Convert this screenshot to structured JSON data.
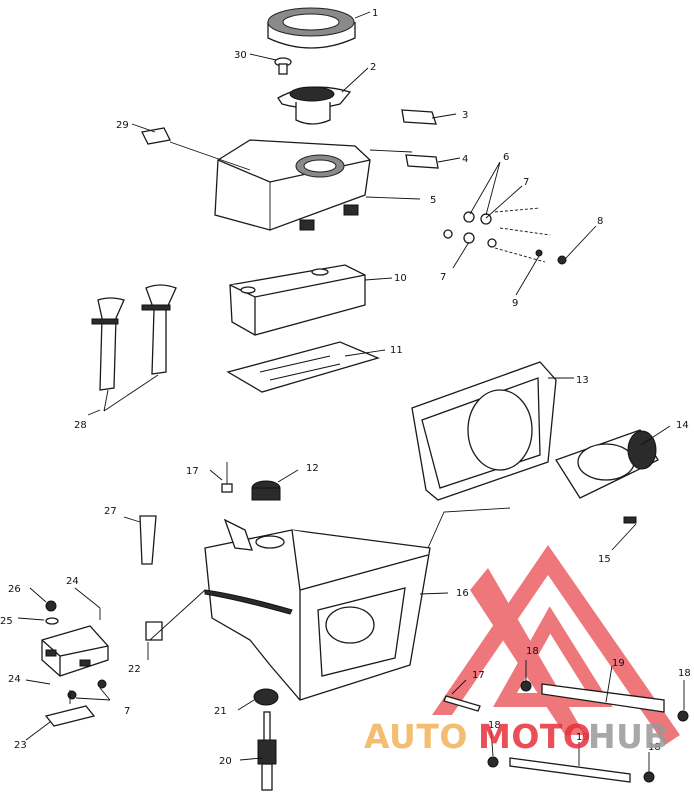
{
  "callouts": {
    "c1": "1",
    "c2": "2",
    "c3": "3",
    "c4": "4",
    "c5": "5",
    "c6": "6",
    "c7a": "7",
    "c7b": "7",
    "c7c": "7",
    "c8": "8",
    "c9": "9",
    "c10": "10",
    "c11": "11",
    "c12": "12",
    "c13": "13",
    "c14": "14",
    "c15": "15",
    "c16": "16",
    "c17a": "17",
    "c17b": "17",
    "c18a": "18",
    "c18b": "18",
    "c18c": "18",
    "c18d": "18",
    "c19a": "19",
    "c19b": "19",
    "c20": "20",
    "c21": "21",
    "c22": "22",
    "c23": "23",
    "c24a": "24",
    "c24b": "24",
    "c25": "25",
    "c26": "26",
    "c27": "27",
    "c28": "28",
    "c29": "29",
    "c30": "30"
  },
  "watermark": {
    "part1": "AUTO",
    "part2": "MOTO",
    "part3": "HUB",
    "colors": {
      "orange": "#f2b35a",
      "red": "#e8303a",
      "gray": "#9a9a9a"
    }
  }
}
